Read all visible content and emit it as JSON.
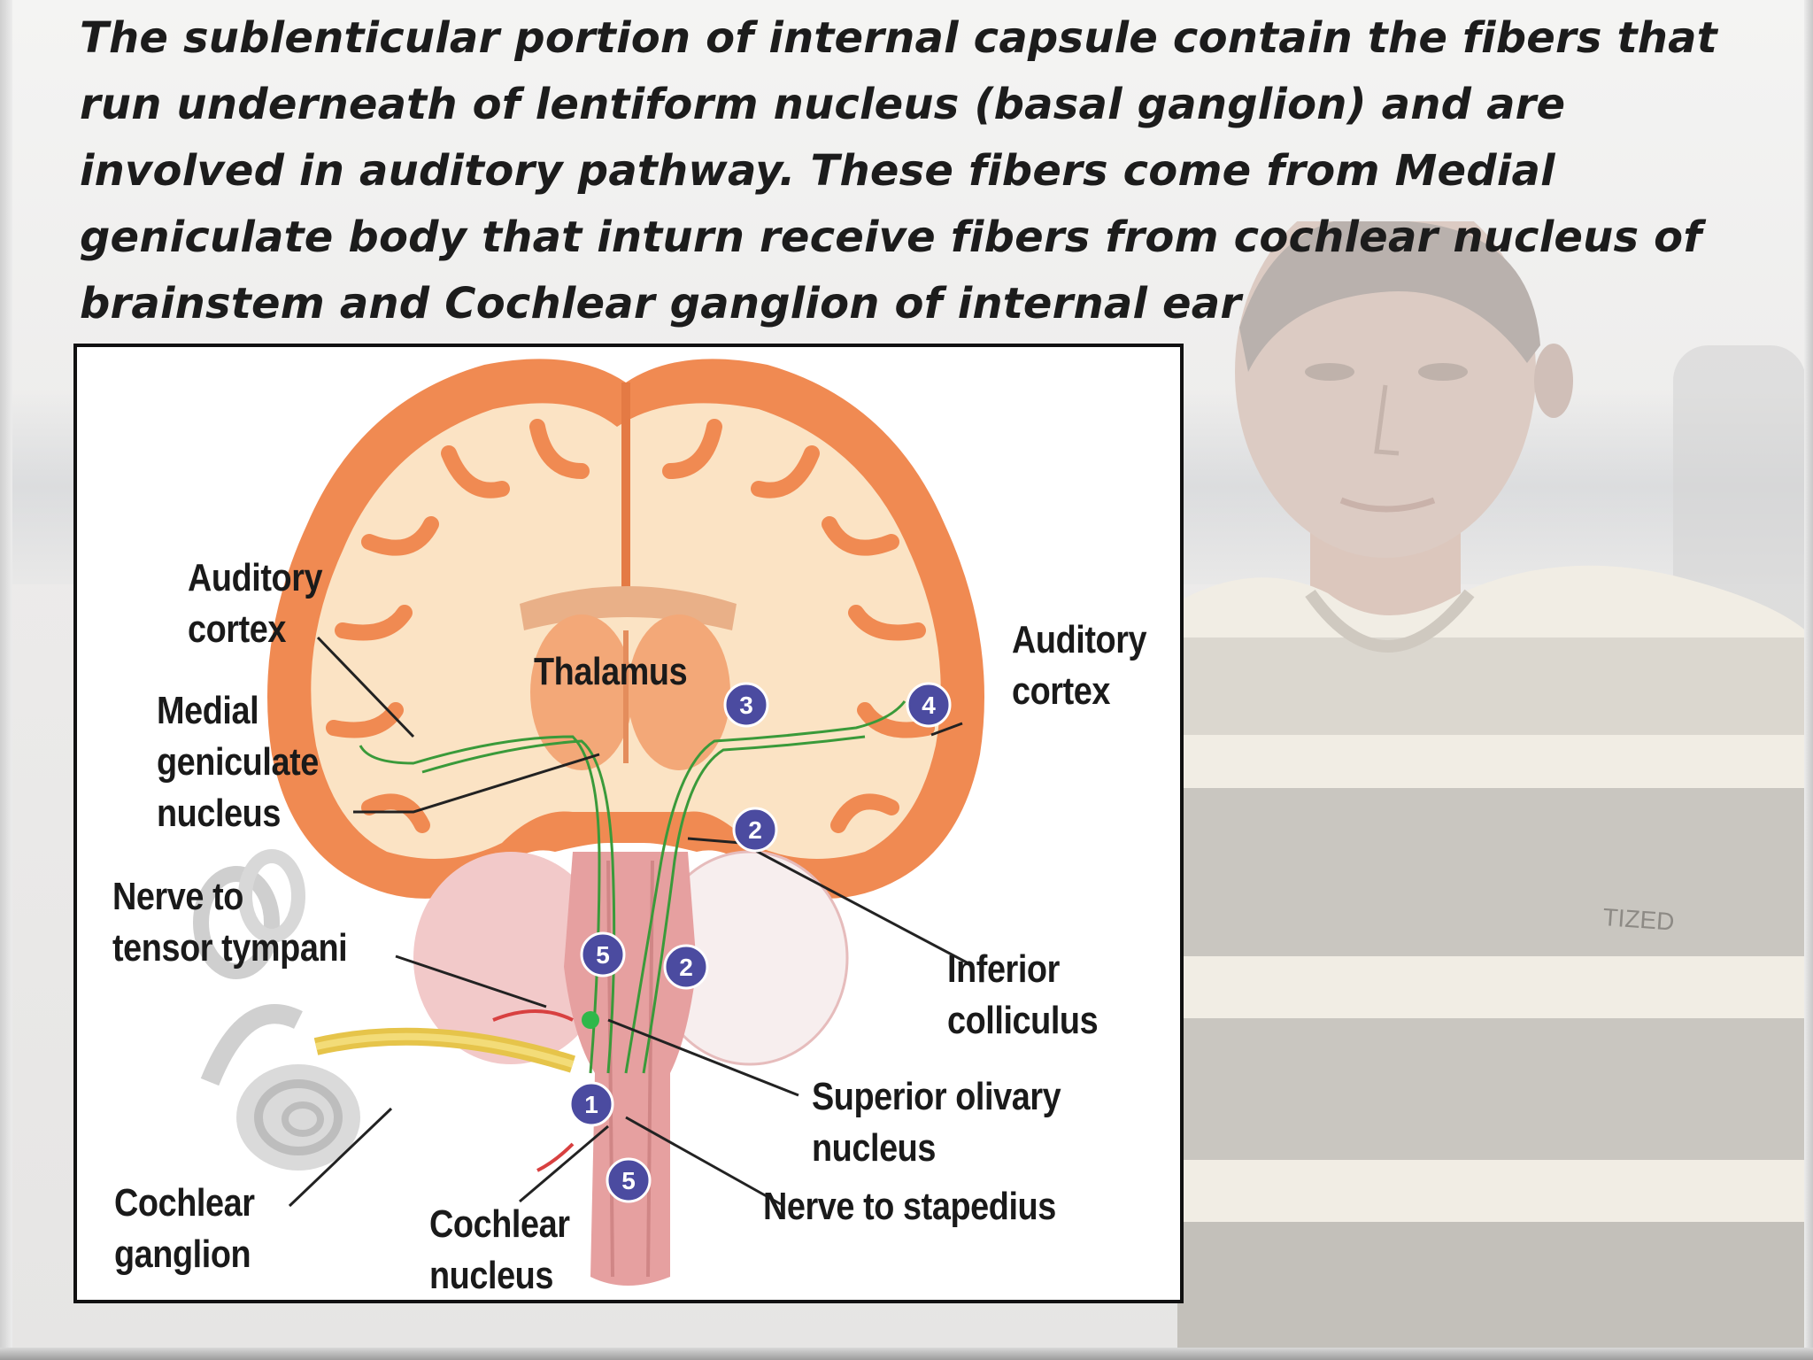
{
  "slide": {
    "heading": "The sublenticular portion of internal capsule contain the fibers that run underneath of lentiform nucleus (basal ganglion) and are involved in auditory pathway. These fibers come from Medial geniculate body that inturn receive fibers from cochlear nucleus of brainstem and Cochlear ganglion of internal ear"
  },
  "diagram": {
    "labels": {
      "auditory_cortex_left": "Auditory\ncortex",
      "medial_geniculate": "Medial\ngeniculate\nnucleus",
      "nerve_tensor": "Nerve to\ntensor tympani",
      "cochlear_ganglion": "Cochlear\nganglion",
      "cochlear_nucleus": "Cochlear\nnucleus",
      "thalamus": "Thalamus",
      "auditory_cortex_right": "Auditory\ncortex",
      "inferior_colliculus": "Inferior\ncolliculus",
      "superior_olivary": "Superior olivary\nnucleus",
      "nerve_stapedius": "Nerve to stapedius"
    },
    "badges": [
      "3",
      "4",
      "2",
      "5",
      "2",
      "1",
      "5"
    ]
  },
  "shirt_text": "TIZED",
  "colors": {
    "cortex_orange": "#f08a52",
    "white_matter": "#fbe3c4",
    "thalamus": "#f3a878",
    "pathway_green": "#3a9a3a",
    "badge_fill": "#4b4ba0",
    "brainstem_pink": "#e6a0a0"
  }
}
